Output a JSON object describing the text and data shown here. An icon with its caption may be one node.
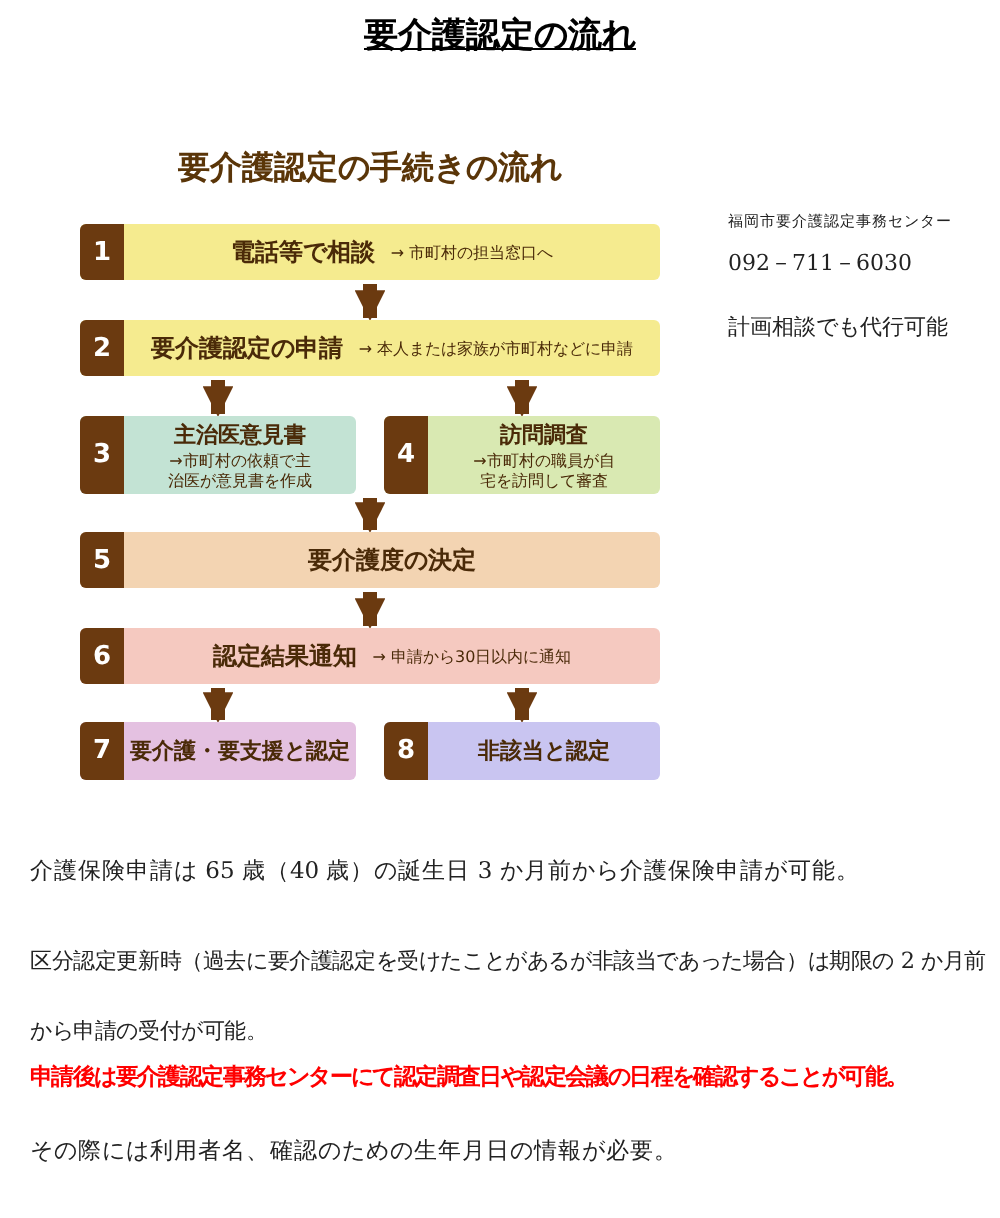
{
  "diagram": {
    "title": "要介護認定の流れ",
    "nodes": [
      {
        "text": [
          "1",
          "電話等で相談",
          "→ 市町村の担当窓口へ"
        ]
      },
      {
        "text": [
          "2",
          "要介護認定の申請",
          "→ 本人または家族が市町村などに申請"
        ]
      },
      {
        "text": [
          "3",
          "主治医意見書",
          "→市町村の依頼で主治医が意見書を作成"
        ]
      },
      {
        "text": [
          "4",
          "訪問調査",
          "→市町村の職員が自宅を訪問して審査"
        ]
      },
      {
        "text": [
          "5",
          "要介護度の決定"
        ]
      },
      {
        "text": [
          "6",
          "認定結果通知",
          "→ 申請から30日以内に通知"
        ]
      },
      {
        "text": [
          "7",
          "要介護・要支援と認定"
        ]
      },
      {
        "text": [
          "8",
          "非該当と認定"
        ]
      }
    ],
    "edges": [
      {
        "from": 0,
        "to": 1,
        "arrow": "to"
      },
      {
        "from": 1,
        "to": 2,
        "arrow": "to"
      },
      {
        "from": 1,
        "to": 3,
        "arrow": "to"
      },
      {
        "from": 2,
        "to": 4,
        "arrow": "to"
      },
      {
        "from": 3,
        "to": 4,
        "arrow": "to"
      },
      {
        "from": 4,
        "to": 5,
        "arrow": "to"
      },
      {
        "from": 5,
        "to": 6,
        "arrow": "to"
      },
      {
        "from": 5,
        "to": 7,
        "arrow": "to"
      }
    ],
    "labels": [
      "要介護認定の手続きの流れ",
      "福岡市要介護認定事務センター",
      "092－711－6030",
      "計画相談でも代行可能",
      "介護保険申請は 65 歳（40 歳）の誕生日 3 か月前から介護保険申請が可能。",
      "区分認定更新時（過去に要介護認定を受けたことがあるが非該当であった場合）は期限の 2 か月前から申請の受付が可能。",
      "申請後は要介護認定事務センターにて認定調査日や認定会議の日程を確認することが可能。",
      "その際には利用者名、確認のための生年月日の情報が必要。"
    ]
  }
}
